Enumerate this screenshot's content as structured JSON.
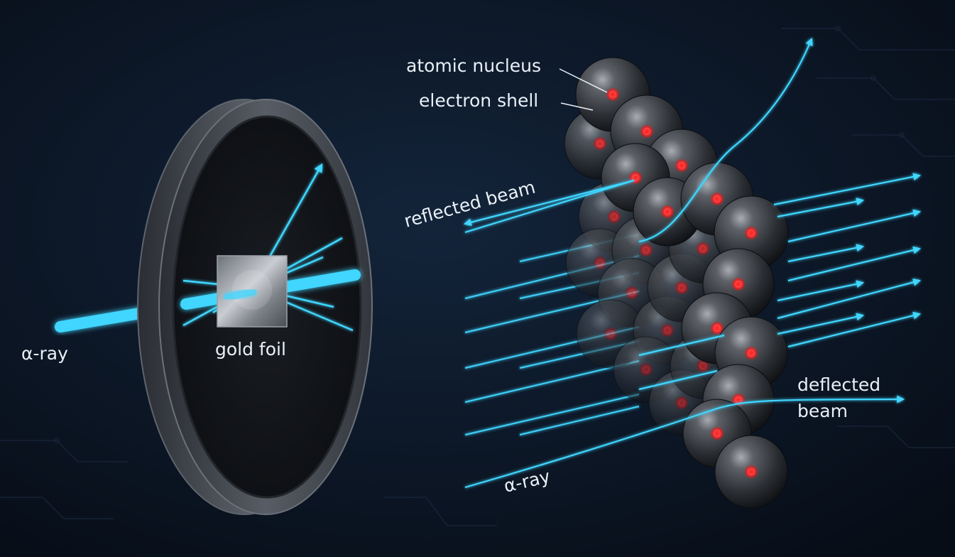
{
  "labels": {
    "alpha_ray_left": "α-ray",
    "gold_foil": "gold foil",
    "atomic_nucleus": "atomic nucleus",
    "electron_shell": "electron shell",
    "reflected_beam": "reflected beam",
    "deflected_beam_line1": "deflected",
    "deflected_beam_line2": "beam",
    "alpha_ray_right": "α-ray"
  },
  "colors": {
    "background": "#0a1320",
    "beam": "#3fd6ff",
    "nucleus": "#ff3838",
    "atom_shell": "#3a3d42",
    "label_text": "#e9f0f6"
  },
  "icons": [
    "alpha-beam",
    "gold-foil-square",
    "detector-ring",
    "atom-sphere",
    "nucleus-dot"
  ]
}
